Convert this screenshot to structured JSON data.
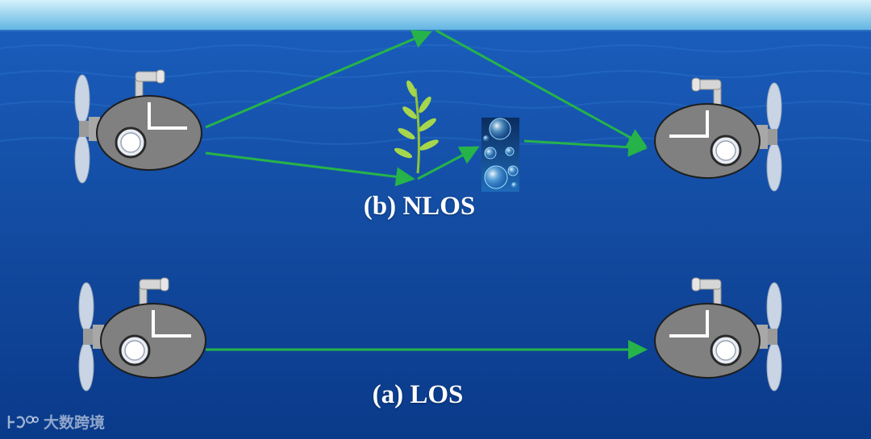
{
  "labels": {
    "nlos": "(b) NLOS",
    "los": "(a) LOS"
  },
  "watermark": {
    "text": "大数跨境"
  },
  "colors": {
    "water_top": "#1f68c6",
    "water_bottom": "#0a3c8f",
    "surface": "#8fd3f0",
    "signal": "#26b34a",
    "hull": "#7f7f7f",
    "hull_outline": "#1a1a1a",
    "propeller": "#c8d3e3",
    "seaweed": "#9fd24a"
  },
  "icons": [
    "submarine-icon",
    "seaweed-icon",
    "bubbles-icon",
    "arrow-icon"
  ]
}
